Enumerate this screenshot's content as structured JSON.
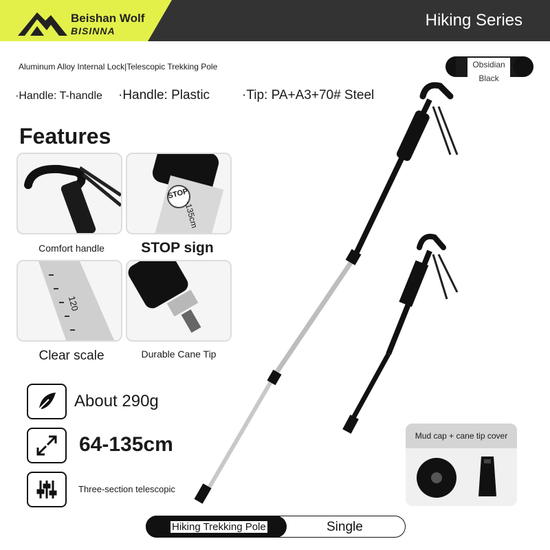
{
  "header": {
    "brand_name": "Beishan Wolf",
    "brand_sub": "BISINNA",
    "series": "Hiking Series"
  },
  "product": {
    "subtitle": "Aluminum Alloy Internal Lock|Telescopic Trekking Pole",
    "color_line1": "Obsidian",
    "color_line2": "Black"
  },
  "specs": [
    {
      "label": "·Handle: T-handle"
    },
    {
      "label": "·Handle: Plastic"
    },
    {
      "label": "·Tip: PA+A3+70# Steel"
    }
  ],
  "features": {
    "title": "Features",
    "items": [
      {
        "caption": "Comfort handle"
      },
      {
        "caption": "STOP sign",
        "badge": "STOP",
        "scale": "-135cm"
      },
      {
        "caption": "Clear scale",
        "scale": "120"
      },
      {
        "caption": "Durable Cane Tip"
      }
    ]
  },
  "info": [
    {
      "text": "About 290g",
      "icon": "feather-icon"
    },
    {
      "text": "64-135cm",
      "icon": "expand-arrows-icon"
    },
    {
      "text": "Three-section telescopic",
      "icon": "adjust-sliders-icon"
    }
  ],
  "accessories": {
    "title": "Mud cap + cane tip cover"
  },
  "options": {
    "product": "Hiking Trekking Pole",
    "quantity": "Single"
  },
  "colors": {
    "accent": "#e3f04a",
    "header": "#333333",
    "dark": "#111111"
  }
}
